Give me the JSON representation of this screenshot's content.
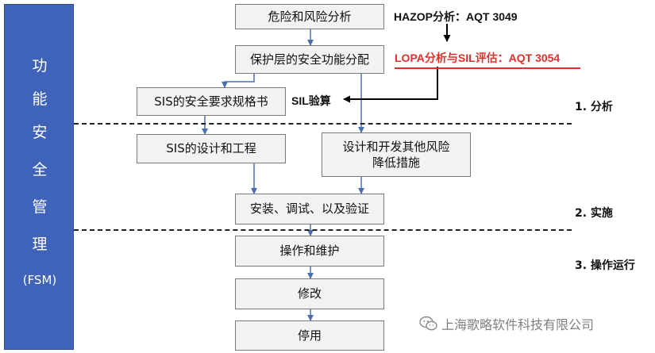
{
  "sidebar": {
    "chars": [
      "功",
      "能",
      "安",
      "全",
      "管",
      "理",
      "(FSM)"
    ]
  },
  "boxes": {
    "hazard": "危险和风险分析",
    "protection": "保护层的安全功能分配",
    "srs": "SIS的安全要求规格书",
    "design": "SIS的设计和工程",
    "other_line1": "设计和开发其他风险",
    "other_line2": "降低措施",
    "install": "安装、调试、以及验证",
    "operate": "操作和维护",
    "modify": "修改",
    "decommission": "停用"
  },
  "notes": {
    "hazop": "HAZOP分析：AQT 3049",
    "lopa": "LOPA分析与SIL评估：AQT 3054",
    "sil": "SIL验算"
  },
  "phases": {
    "analysis": "1. 分析",
    "implementation": "2. 实施",
    "operation": "3. 操作运行"
  },
  "watermark": {
    "text": "上海歌略软件科技有限公司",
    "icon": "wechat-icon"
  },
  "colors": {
    "sidebar": "#3f63b8",
    "arrow": "#4a6fb0",
    "red": "#e0302e",
    "box_fill": "#f2f2f2"
  }
}
